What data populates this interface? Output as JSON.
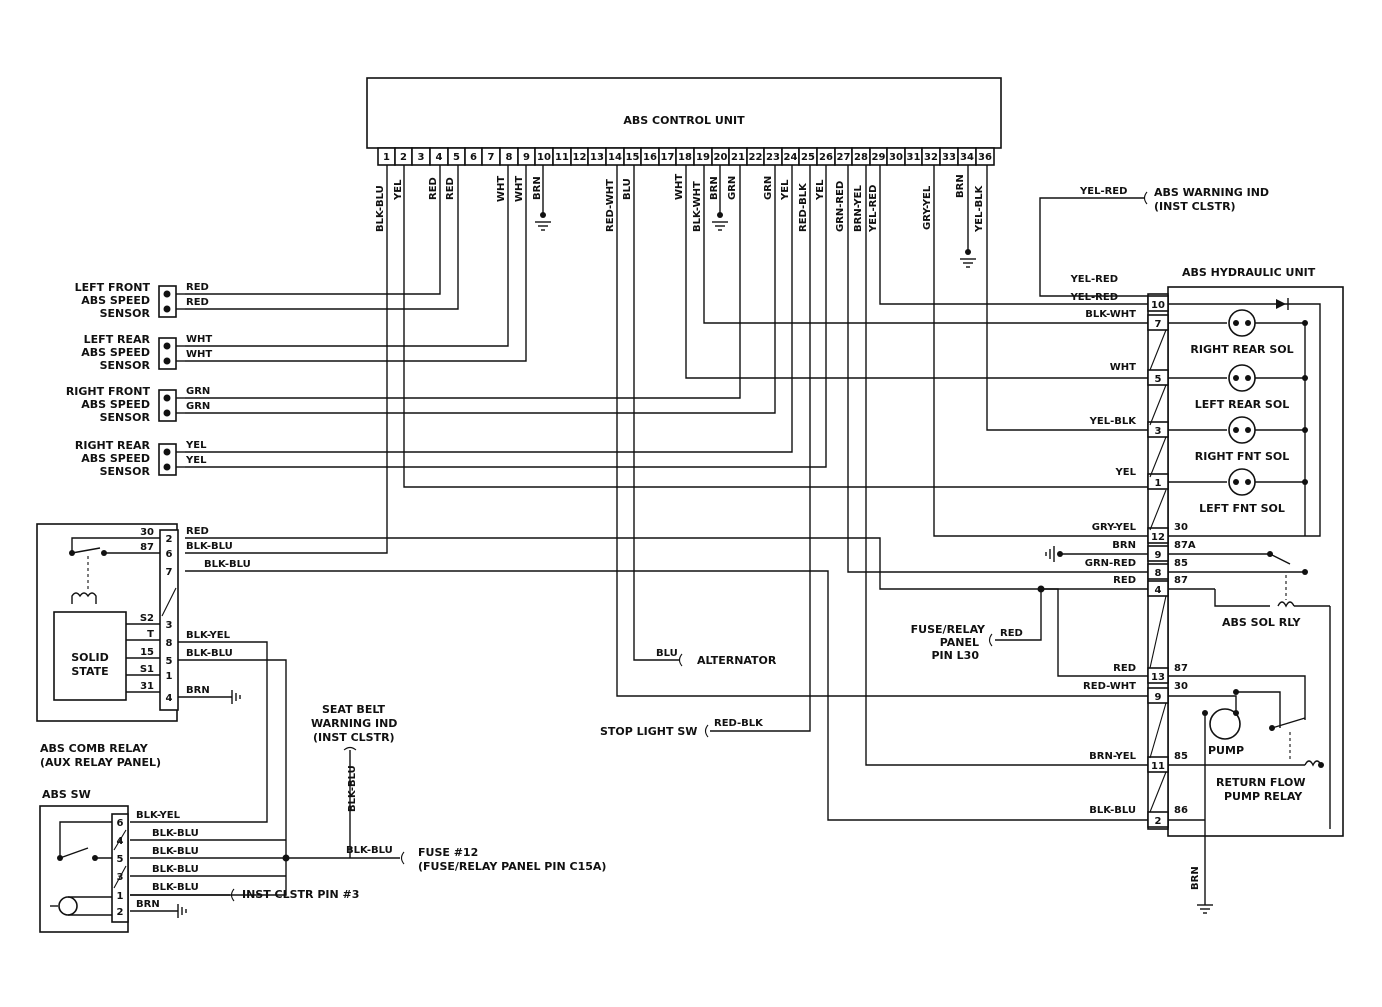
{
  "ecu": {
    "title": "ABS CONTROL UNIT",
    "pins": [
      "1",
      "2",
      "3",
      "4",
      "5",
      "6",
      "7",
      "8",
      "9",
      "10",
      "11",
      "12",
      "13",
      "14",
      "15",
      "16",
      "17",
      "18",
      "19",
      "20",
      "21",
      "22",
      "23",
      "24",
      "25",
      "26",
      "27",
      "28",
      "29",
      "30",
      "31",
      "32",
      "33",
      "34",
      "36"
    ]
  },
  "ecu_wires": [
    "BLK-BLU",
    "YEL",
    "RED",
    "RED",
    "WHT",
    "WHT",
    "BRN",
    "RED-WHT",
    "BLU",
    "WHT",
    "BLK-WHT",
    "BRN",
    "GRN",
    "GRN",
    "YEL",
    "RED-BLK",
    "YEL",
    "GRN-RED",
    "BRN-YEL",
    "YEL-RED",
    "GRY-YEL",
    "BRN",
    "YEL-BLK"
  ],
  "sensors": [
    {
      "name": [
        "LEFT FRONT",
        "ABS SPEED",
        "SENSOR"
      ],
      "wires": [
        "RED",
        "RED"
      ]
    },
    {
      "name": [
        "LEFT REAR",
        "ABS SPEED",
        "SENSOR"
      ],
      "wires": [
        "WHT",
        "WHT"
      ]
    },
    {
      "name": [
        "RIGHT FRONT",
        "ABS SPEED",
        "SENSOR"
      ],
      "wires": [
        "GRN",
        "GRN"
      ]
    },
    {
      "name": [
        "RIGHT REAR",
        "ABS SPEED",
        "SENSOR"
      ],
      "wires": [
        "YEL",
        "YEL"
      ]
    }
  ],
  "warning_ind": {
    "wire": "YEL-RED",
    "label": [
      "ABS WARNING IND",
      "(INST CLSTR)"
    ]
  },
  "hydraulic": {
    "title": "ABS HYDRAULIC UNIT",
    "pins": [
      "10",
      "7",
      "5",
      "3",
      "1",
      "12",
      "9",
      "8",
      "4",
      "13",
      "9",
      "11",
      "2"
    ],
    "wires": [
      "YEL-RED",
      "YEL-RED",
      "BLK-WHT",
      "WHT",
      "YEL-BLK",
      "YEL",
      "GRY-YEL",
      "BRN",
      "GRN-RED",
      "RED",
      "RED",
      "RED-WHT",
      "BRN-YEL",
      "BLK-BLU"
    ],
    "solenoids": [
      "RIGHT REAR SOL",
      "LEFT REAR SOL",
      "RIGHT FNT SOL",
      "LEFT FNT SOL"
    ],
    "sol_rly_pins": [
      "30",
      "87A",
      "85",
      "87"
    ],
    "sol_rly": "ABS SOL RLY",
    "pump_rly_pins": [
      "87",
      "30",
      "85",
      "86"
    ],
    "pump": "PUMP",
    "pump_rly": [
      "RETURN FLOW",
      "PUMP RELAY"
    ],
    "ground_wire": "BRN"
  },
  "fuse_relay": {
    "label": [
      "FUSE/RELAY",
      "PANEL",
      "PIN L30"
    ],
    "wire": "RED"
  },
  "alternator": {
    "wire": "BLU",
    "label": "ALTERNATOR"
  },
  "stop_light": {
    "wire": "RED-BLK",
    "label": "STOP LIGHT SW"
  },
  "comb_relay": {
    "pins_in": [
      "30",
      "87",
      "S2",
      "T",
      "15",
      "S1",
      "31"
    ],
    "conn_pins": [
      "2",
      "6",
      "7",
      "3",
      "8",
      "5",
      "1",
      "4"
    ],
    "wires": [
      "RED",
      "BLK-BLU",
      "BLK-BLU",
      "BLK-YEL",
      "BLK-BLU",
      "BRN"
    ],
    "solid_state": [
      "SOLID",
      "STATE"
    ],
    "label": [
      "ABS COMB RELAY",
      "(AUX RELAY PANEL)"
    ]
  },
  "seat_belt": {
    "label": [
      "SEAT BELT",
      "WARNING IND",
      "(INST CLSTR)"
    ],
    "wire": "BLK-BLU"
  },
  "abs_sw": {
    "title": "ABS SW",
    "pins": [
      "6",
      "4",
      "5",
      "3",
      "1",
      "2"
    ],
    "wires": [
      "BLK-YEL",
      "BLK-BLU",
      "BLK-BLU",
      "BLK-BLU",
      "BLK-BLU",
      "BRN"
    ]
  },
  "fuse12": {
    "wire": "BLK-BLU",
    "label": [
      "FUSE #12",
      "(FUSE/RELAY PANEL PIN C15A)"
    ]
  },
  "inst_pin3": {
    "label": "INST CLSTR PIN #3"
  }
}
